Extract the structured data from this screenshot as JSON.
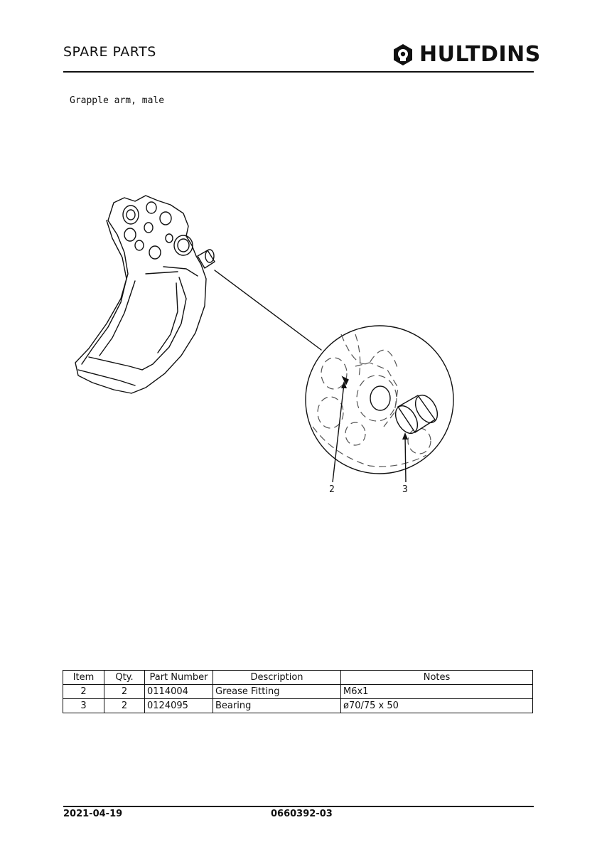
{
  "header": {
    "title": "SPARE PARTS",
    "brand": "HULTDINS",
    "brand_icon": "hultdins-logo-icon"
  },
  "subtitle": "Grapple arm, male",
  "drawing": {
    "callouts": [
      "2",
      "3"
    ]
  },
  "parts_table": {
    "columns": [
      "Item",
      "Qty.",
      "Part Number",
      "Description",
      "Notes"
    ],
    "rows": [
      {
        "item": "2",
        "qty": "2",
        "part_number": "0114004",
        "description": "Grease Fitting",
        "notes": "M6x1"
      },
      {
        "item": "3",
        "qty": "2",
        "part_number": "0124095",
        "description": "Bearing",
        "notes": "ø70/75 x 50"
      }
    ]
  },
  "footer": {
    "date": "2021-04-19",
    "document_number": "0660392-03"
  }
}
